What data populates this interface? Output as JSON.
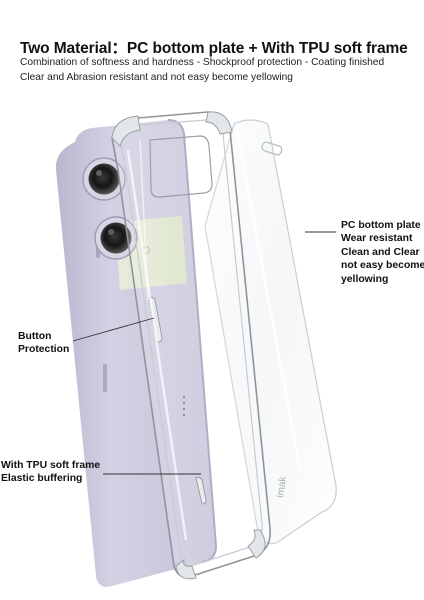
{
  "headline": "Two Material：PC bottom plate + With TPU soft frame",
  "subtitle_lines": [
    "Combination of softness and hardness - Shockproof protection - Coating finished",
    "Clear and Abrasion resistant and not easy become yellowing"
  ],
  "callouts": {
    "button_protection": [
      "Button",
      "Protection"
    ],
    "tpu_frame": [
      "With TPU soft frame",
      "Elastic buffering"
    ],
    "pc_plate": [
      "PC bottom plate",
      "Wear resistant",
      "Clean and Clear",
      "not easy become",
      "yellowing"
    ]
  },
  "case_logo": "imak",
  "colors": {
    "phone_body": "#c9c7dc",
    "phone_band": "#dfe6cf",
    "text": "#111111"
  }
}
